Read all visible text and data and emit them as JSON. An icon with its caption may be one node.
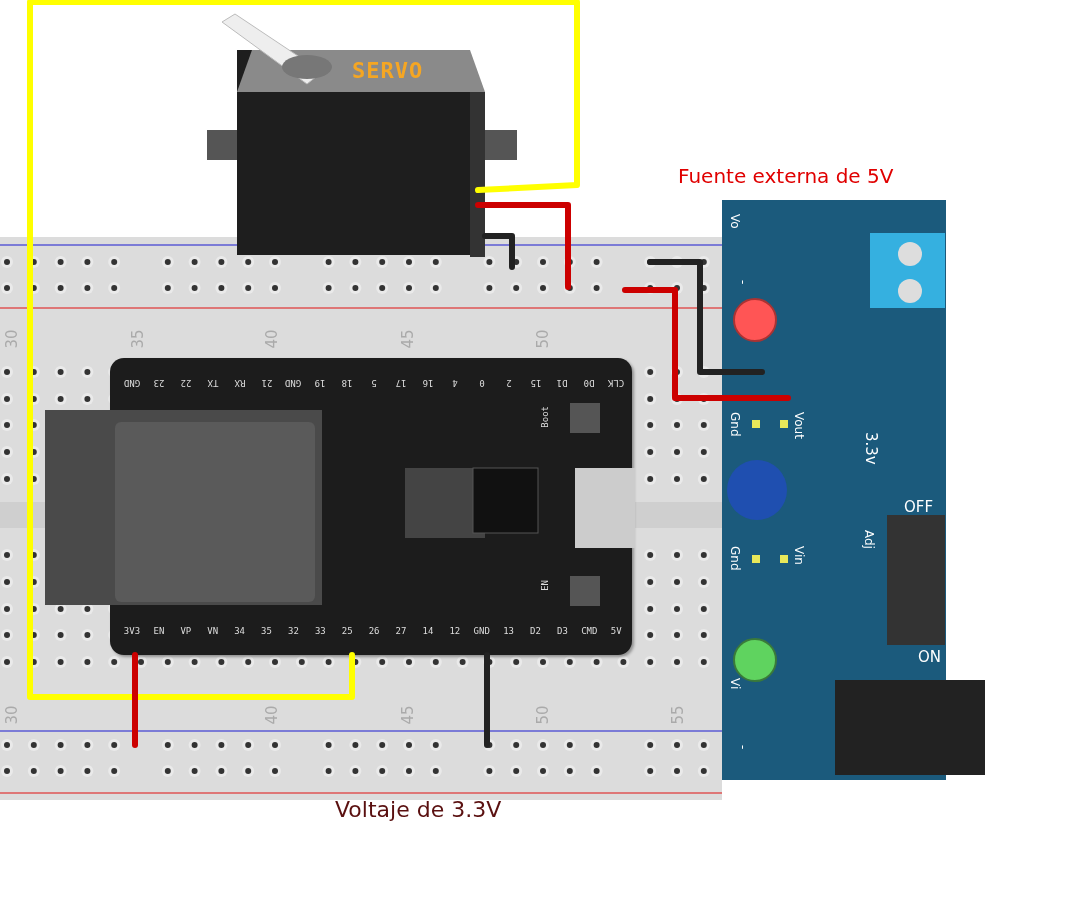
{
  "diagram": {
    "caption": "Voltaje de 3.3V",
    "nodes": [
      {
        "text": [],
        "shape": "box"
      },
      {
        "text": [
          "SERVO"
        ]
      },
      {
        "in": 0,
        "text": [
          "GND",
          "23",
          "22",
          "TX",
          "RX",
          "21",
          "GND",
          "19",
          "18",
          "5",
          "17",
          "16",
          "4",
          "0",
          "2",
          "15",
          "D1",
          "D0",
          "CLK",
          "3V3",
          "EN",
          "VP",
          "VN",
          "34",
          "35",
          "32",
          "33",
          "25",
          "26",
          "27",
          "14",
          "12",
          "GND",
          "13",
          "D2",
          "D3",
          "CMD",
          "5V",
          "Boot",
          "EN"
        ]
      },
      {
        "text": [
          "Fuente externa de 5V",
          "Vo",
          "-",
          "Gnd",
          "Vout",
          "3.3v",
          "Adj",
          "OFF",
          "ON",
          "Gnd",
          "Vin",
          "Vi",
          "-"
        ]
      }
    ],
    "edges": [
      {
        "from": 1,
        "to": 2,
        "arrow": "none",
        "color": "#ffff00"
      },
      {
        "from": 1,
        "to": 0,
        "arrow": "none",
        "color": "#cc0000"
      },
      {
        "from": 1,
        "to": 0,
        "arrow": "none",
        "color": "#222222"
      },
      {
        "from": 0,
        "to": 3,
        "arrow": "none",
        "color": "#222222"
      },
      {
        "from": 0,
        "to": 3,
        "arrow": "none",
        "color": "#cc0000"
      },
      {
        "from": 2,
        "to": 0,
        "arrow": "none",
        "color": "#cc0000"
      },
      {
        "from": 2,
        "to": 0,
        "arrow": "none",
        "color": "#222222"
      }
    ],
    "labels": [
      "30",
      "35",
      "40",
      "45",
      "50",
      "30",
      "40",
      "45",
      "50",
      "55"
    ]
  }
}
